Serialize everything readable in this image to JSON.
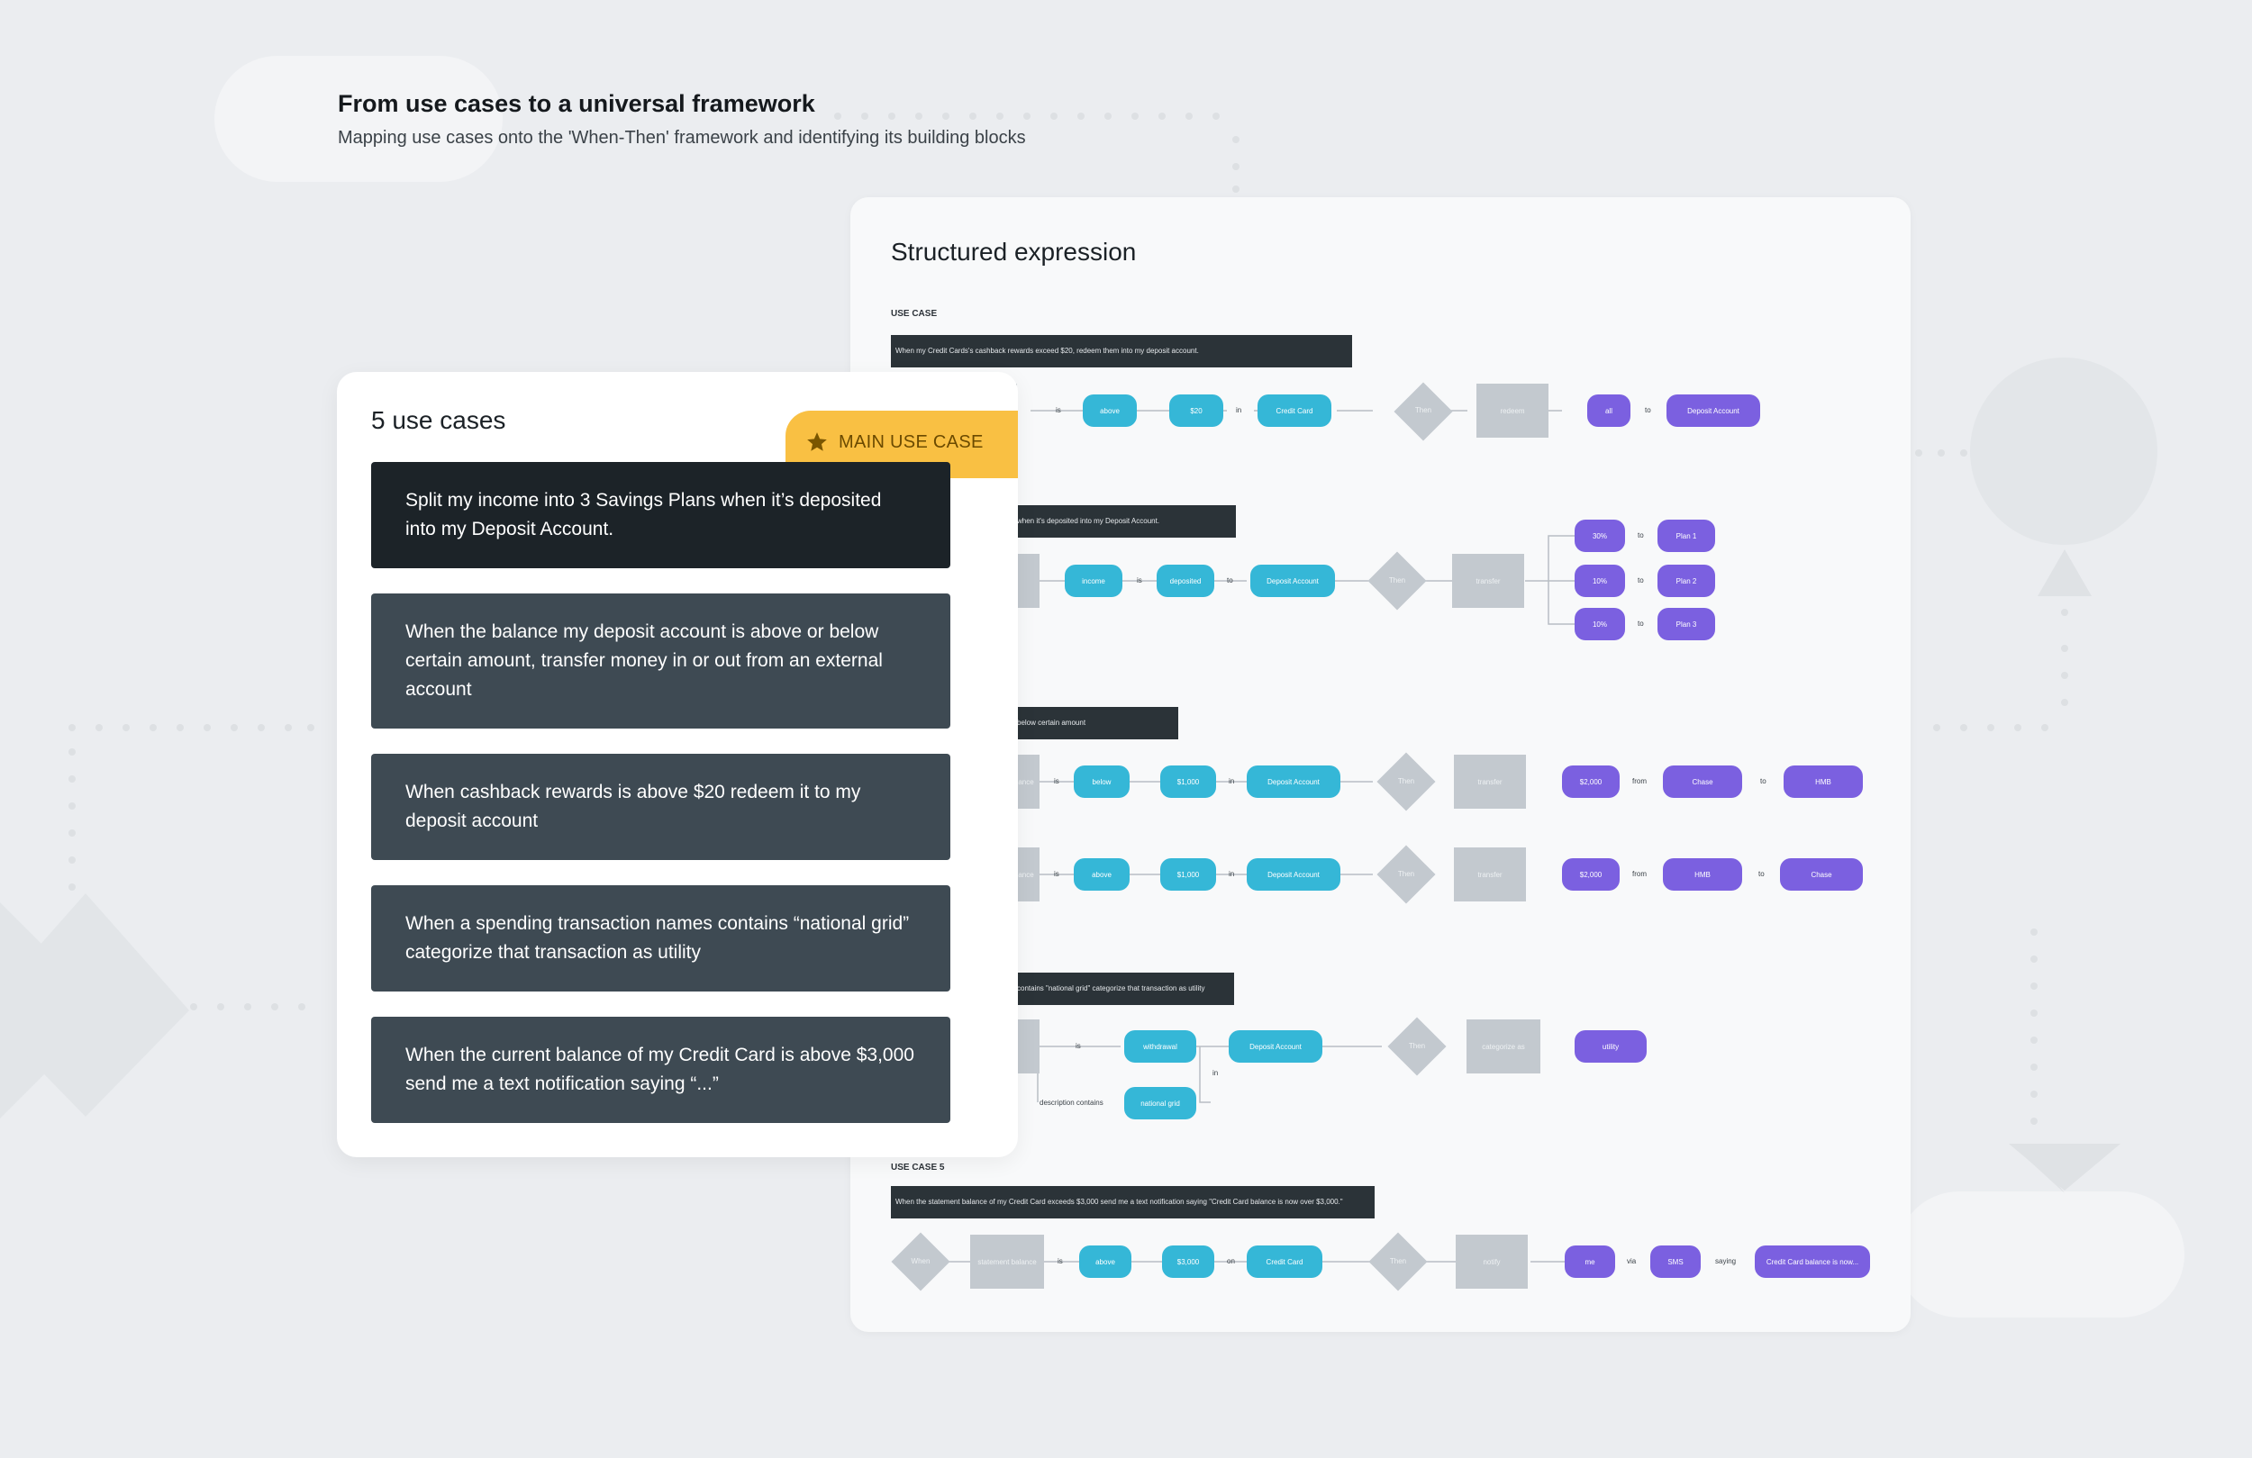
{
  "header": {
    "title": "From use cases to a universal framework",
    "subtitle": "Mapping use cases onto the 'When-Then' framework and identifying its building blocks"
  },
  "structured": {
    "title": "Structured expression",
    "uc1": {
      "label": "USE CASE",
      "text": "When my Credit Cards's cashback rewards exceed $20, redeem them into my deposit account.",
      "nodes": {
        "n1": "",
        "is": "is",
        "above": "above",
        "amt": "$20",
        "in": "in",
        "card": "Credit Card",
        "then": "Then",
        "redeem": "redeem",
        "all": "all",
        "to": "to",
        "dep": "Deposit Account"
      }
    },
    "uc2": {
      "text": "when it's deposited into my Deposit Account.",
      "nodes": {
        "n1": "",
        "income": "income",
        "is": "is",
        "deposited": "deposited",
        "to": "to",
        "dep": "Deposit Account",
        "then": "Then",
        "transfer": "transfer",
        "p1": "30%",
        "p2": "10%",
        "p3": "10%",
        "to1": "to",
        "to2": "to",
        "to3": "to",
        "plan1": "Plan 1",
        "plan2": "Plan 2",
        "plan3": "Plan 3"
      }
    },
    "uc3": {
      "text": "below certain amount",
      "rowA": {
        "n1": "ance",
        "is": "is",
        "cmp": "below",
        "amt": "$1,000",
        "in": "in",
        "dep": "Deposit Account",
        "then": "Then",
        "transfer": "transfer",
        "amt2": "$2,000",
        "from": "from",
        "src": "Chase",
        "to": "to",
        "dst": "HMB"
      },
      "rowB": {
        "n1": "ance",
        "is": "is",
        "cmp": "above",
        "amt": "$1,000",
        "in": "in",
        "dep": "Deposit Account",
        "then": "Then",
        "transfer": "transfer",
        "amt2": "$2,000",
        "from": "from",
        "src": "HMB",
        "to": "to",
        "dst": "Chase"
      }
    },
    "uc4": {
      "text": "contains \"national grid\" categorize that transaction as utility",
      "nodes": {
        "n1": "",
        "is": "is",
        "withdrawal": "withdrawal",
        "dep": "Deposit Account",
        "in": "in",
        "then": "Then",
        "categorize": "categorize as",
        "utility": "utility",
        "desc": "description contains",
        "grid": "national grid"
      }
    },
    "uc5": {
      "label": "USE CASE 5",
      "text": "When the statement balance of my Credit Card exceeds $3,000 send me a text notification saying \"Credit Card balance is now over $3,000.\"",
      "nodes": {
        "when": "When",
        "stmt": "statement balance",
        "is": "is",
        "above": "above",
        "amt": "$3,000",
        "on": "on",
        "card": "Credit Card",
        "then": "Then",
        "notify": "notify",
        "me": "me",
        "via": "via",
        "sms": "SMS",
        "saying": "saying",
        "msg": "Credit Card balance is now..."
      }
    }
  },
  "usecases": {
    "title": "5 use cases",
    "badge": "MAIN USE CASE",
    "items": [
      "Split my income into 3 Savings Plans when it’s deposited into my Deposit Account.",
      "When the balance my deposit account is above or below certain amount, transfer money in or out from an external account",
      "When cashback rewards is above $20 redeem it to my deposit account",
      "When a spending transaction names contains “national grid” categorize that transaction as utility",
      "When the current balance of my Credit Card is above $3,000 send me a text notification saying “...”"
    ]
  },
  "colors": {
    "background": "#ebedf0",
    "dark_item": "#1c2328",
    "item": "#3e4a53",
    "badge": "#f9c043",
    "cyan": "#35b7d7",
    "purple": "#7b60e0",
    "gray_node": "#c3c9cf"
  },
  "icons": {
    "badge": "star-icon"
  }
}
